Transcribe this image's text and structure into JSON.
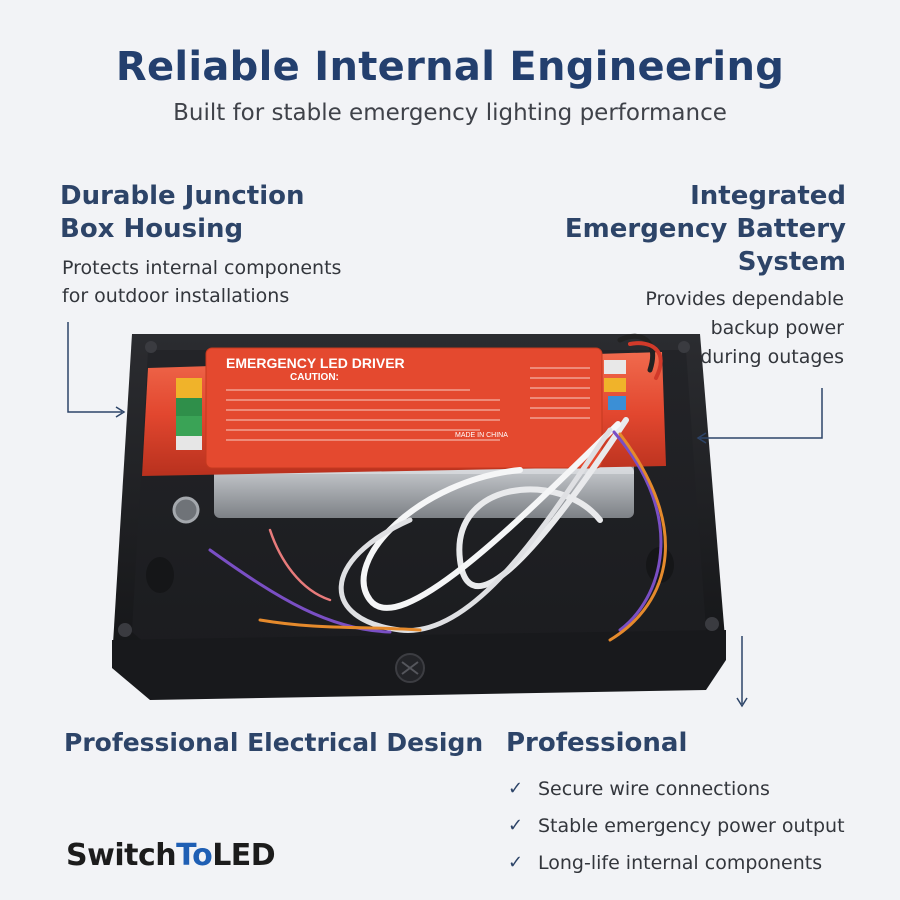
{
  "header": {
    "title": "Reliable Internal Engineering",
    "subtitle": "Built for stable emergency lighting performance"
  },
  "callouts": {
    "left_top": {
      "heading_line1": "Durable Junction",
      "heading_line2": "Box Housing",
      "body_line1": "Protects internal components",
      "body_line2": "for outdoor installations"
    },
    "right_top": {
      "heading_line1": "Integrated",
      "heading_line2": "Emergency Battery",
      "heading_line3": "System",
      "body_line1": "Provides dependable",
      "body_line2": "backup power",
      "body_line3": "during outages"
    },
    "bottom_left": {
      "heading": "Professional Electrical Design"
    },
    "bottom_right": {
      "heading": "Professional",
      "items": [
        "Secure wire connections",
        "Stable emergency power output",
        "Long-life internal components"
      ]
    }
  },
  "product": {
    "driver_label": "EMERGENCY LED DRIVER",
    "caution_label": "CAUTION:",
    "made_in": "MADE IN CHINA"
  },
  "brand": {
    "part1": "Switch",
    "part2": "To",
    "part3": "LED"
  },
  "colors": {
    "heading": "#2d4468",
    "title": "#233f6e",
    "driver_red": "#e2472f",
    "box_black": "#1e1f22",
    "brand_accent": "#1f5fb4"
  },
  "icons": [
    "check-icon",
    "arrow-left-icon",
    "arrow-right-icon",
    "arrow-down-icon"
  ]
}
